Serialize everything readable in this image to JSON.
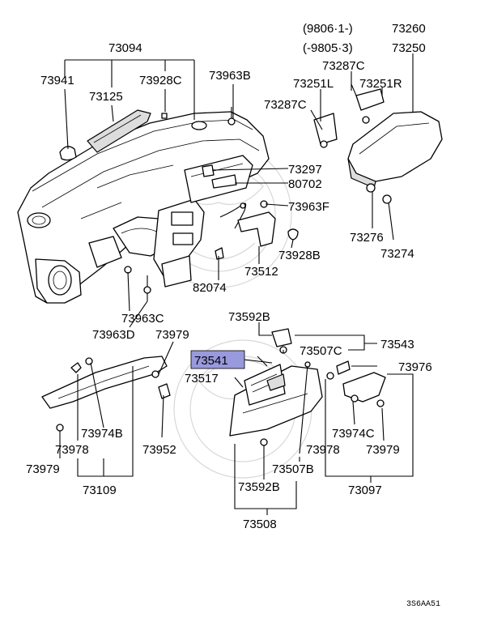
{
  "diagram": {
    "code": "3S6AA51",
    "highlight_color": "#9999dd",
    "labels": {
      "p73094": "73094",
      "p73941": "73941",
      "p73125": "73125",
      "p73928C": "73928C",
      "p73963B": "73963B",
      "p73260_range": "(9806·1-)",
      "p73260": "73260",
      "p73250_range": "(-9805·3)",
      "p73250": "73250",
      "p73287C_top": "73287C",
      "p73251L": "73251L",
      "p73251R": "73251R",
      "p73287C_left": "73287C",
      "p73297": "73297",
      "p80702": "80702",
      "p73963F": "73963F",
      "p73276": "73276",
      "p73274": "73274",
      "p73928B": "73928B",
      "p73512": "73512",
      "p82074": "82074",
      "p73963C": "73963C",
      "p73963D": "73963D",
      "p73979_mid": "73979",
      "p73592B_top": "73592B",
      "p73543": "73543",
      "p73507C": "73507C",
      "p73541": "73541",
      "p73976": "73976",
      "p73517": "73517",
      "p73974B": "73974B",
      "p73978_left": "73978",
      "p73952": "73952",
      "p73974C": "73974C",
      "p73979_left": "73979",
      "p73109": "73109",
      "p73978_right": "73978",
      "p73979_right": "73979",
      "p73507B": "73507B",
      "p73592B_bottom": "73592B",
      "p73097": "73097",
      "p73508": "73508"
    }
  }
}
